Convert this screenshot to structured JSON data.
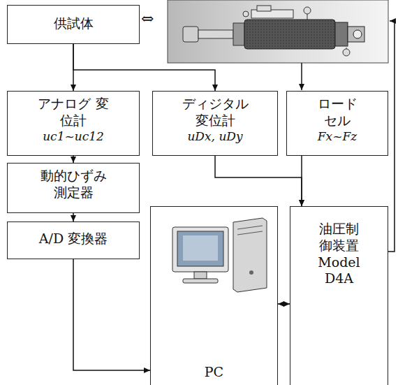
{
  "diagram": {
    "nodes": [
      {
        "text": [
          "供試体"
        ]
      },
      {
        "text": [
          "アナログ 変位計",
          "uc1~uc12"
        ]
      },
      {
        "text": [
          "ディジタル 変位計",
          "uDx, uDy"
        ]
      },
      {
        "text": [
          "ロード セル",
          "Fx~Fz"
        ]
      },
      {
        "text": [
          "動的ひずみ 測定器"
        ]
      },
      {
        "text": [
          "A/D 変換器"
        ]
      },
      {
        "text": [
          "PC"
        ]
      },
      {
        "text": [
          "油圧制御装置",
          "Model D4A"
        ]
      }
    ],
    "edges": [
      {
        "from": 0,
        "to": 1,
        "arrow": "to"
      },
      {
        "from": 0,
        "to": 2,
        "arrow": "to"
      },
      {
        "from": 1,
        "to": 4,
        "arrow": "to"
      },
      {
        "from": 2,
        "to": 7,
        "arrow": "to"
      },
      {
        "from": 3,
        "to": 7,
        "arrow": "to"
      },
      {
        "from": 4,
        "to": 5,
        "arrow": "to"
      },
      {
        "from": 5,
        "to": 6,
        "arrow": "to"
      },
      {
        "from": 6,
        "to": 7,
        "arrow": "both"
      }
    ],
    "labels": [
      "⇔"
    ]
  }
}
